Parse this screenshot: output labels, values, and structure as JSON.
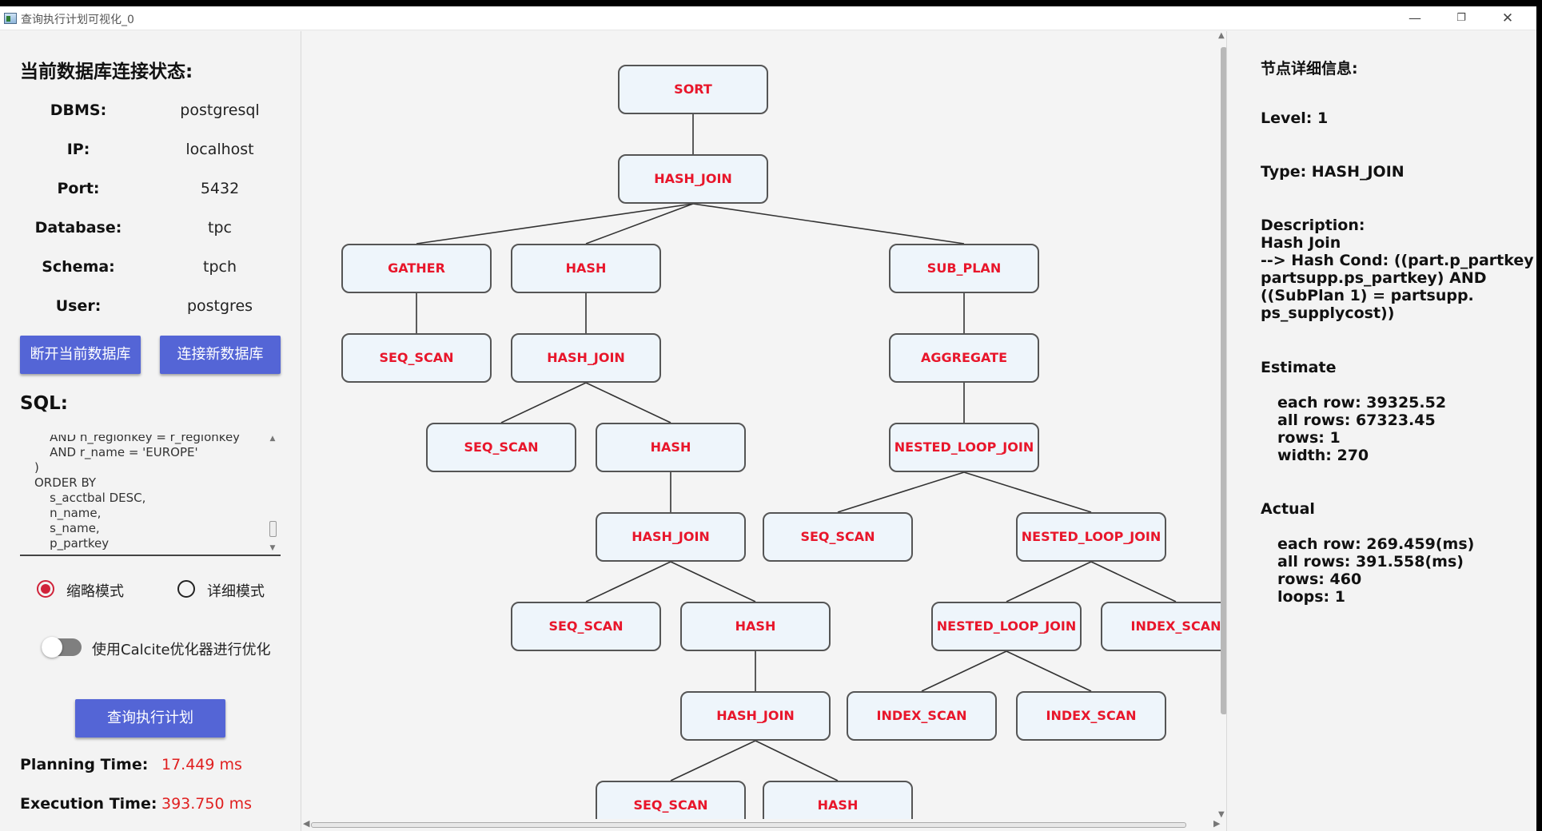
{
  "window": {
    "title": "查询执行计划可视化_0",
    "controls": {
      "minimize": "—",
      "maximize": "❐",
      "close": "✕"
    }
  },
  "left_panel": {
    "heading": "当前数据库连接状态:",
    "connection": [
      {
        "label": "DBMS:",
        "value": "postgresql"
      },
      {
        "label": "IP:",
        "value": "localhost"
      },
      {
        "label": "Port:",
        "value": "5432"
      },
      {
        "label": "Database:",
        "value": "tpc"
      },
      {
        "label": "Schema:",
        "value": "tpch"
      },
      {
        "label": "User:",
        "value": "postgres"
      }
    ],
    "disconnect_button": "断开当前数据库",
    "connect_button": "连接新数据库",
    "sql_label": "SQL:",
    "sql_text": "    AND n_regionkey = r_regionkey\n    AND r_name = 'EUROPE'\n)\nORDER BY\n    s_acctbal DESC,\n    n_name,\n    s_name,\n    p_partkey",
    "mode_brief": "缩略模式",
    "mode_detail": "详细模式",
    "selected_mode": "缩略模式",
    "calcite_toggle_label": "使用Calcite优化器进行优化",
    "calcite_enabled": false,
    "query_button": "查询执行计划",
    "planning_time_label": "Planning Time:",
    "planning_time_value": "17.449 ms",
    "execution_time_label": "Execution Time:",
    "execution_time_value": "393.750 ms"
  },
  "plan_tree": {
    "nodes": [
      {
        "id": "n1",
        "label": "SORT"
      },
      {
        "id": "n2",
        "label": "HASH_JOIN"
      },
      {
        "id": "n3",
        "label": "GATHER"
      },
      {
        "id": "n4",
        "label": "HASH"
      },
      {
        "id": "n5",
        "label": "SUB_PLAN"
      },
      {
        "id": "n6",
        "label": "SEQ_SCAN"
      },
      {
        "id": "n7",
        "label": "HASH_JOIN"
      },
      {
        "id": "n8",
        "label": "AGGREGATE"
      },
      {
        "id": "n9",
        "label": "SEQ_SCAN"
      },
      {
        "id": "n10",
        "label": "HASH"
      },
      {
        "id": "n11",
        "label": "NESTED_LOOP_JOIN"
      },
      {
        "id": "n12",
        "label": "HASH_JOIN"
      },
      {
        "id": "n13",
        "label": "SEQ_SCAN"
      },
      {
        "id": "n14",
        "label": "NESTED_LOOP_JOIN"
      },
      {
        "id": "n15",
        "label": "SEQ_SCAN"
      },
      {
        "id": "n16",
        "label": "HASH"
      },
      {
        "id": "n17",
        "label": "NESTED_LOOP_JOIN"
      },
      {
        "id": "n18",
        "label": "INDEX_SCAN"
      },
      {
        "id": "n19",
        "label": "HASH_JOIN"
      },
      {
        "id": "n20",
        "label": "INDEX_SCAN"
      },
      {
        "id": "n21",
        "label": "INDEX_SCAN"
      },
      {
        "id": "n22",
        "label": "SEQ_SCAN"
      },
      {
        "id": "n23",
        "label": "HASH"
      }
    ],
    "edges": [
      [
        "n1",
        "n2"
      ],
      [
        "n2",
        "n3"
      ],
      [
        "n2",
        "n4"
      ],
      [
        "n2",
        "n5"
      ],
      [
        "n3",
        "n6"
      ],
      [
        "n4",
        "n7"
      ],
      [
        "n5",
        "n8"
      ],
      [
        "n7",
        "n9"
      ],
      [
        "n7",
        "n10"
      ],
      [
        "n8",
        "n11"
      ],
      [
        "n10",
        "n12"
      ],
      [
        "n11",
        "n13"
      ],
      [
        "n11",
        "n14"
      ],
      [
        "n12",
        "n15"
      ],
      [
        "n12",
        "n16"
      ],
      [
        "n14",
        "n17"
      ],
      [
        "n14",
        "n18"
      ],
      [
        "n16",
        "n19"
      ],
      [
        "n17",
        "n20"
      ],
      [
        "n17",
        "n21"
      ],
      [
        "n19",
        "n22"
      ],
      [
        "n19",
        "n23"
      ]
    ]
  },
  "details": {
    "heading": "节点详细信息:",
    "level": "Level: 1",
    "type": "Type: HASH_JOIN",
    "description_label": "Description:",
    "description_lines": [
      "Hash Join",
      "--> Hash Cond: ((part.p_partkey =",
      "partsupp.ps_partkey) AND",
      "((SubPlan 1) = partsupp.",
      "ps_supplycost))"
    ],
    "estimate_label": "Estimate",
    "estimate_lines": [
      "each row: 39325.52",
      "all rows: 67323.45",
      "rows: 1",
      "width: 270"
    ],
    "actual_label": "Actual",
    "actual_lines": [
      "each row: 269.459(ms)",
      "all rows: 391.558(ms)",
      "rows: 460",
      "loops: 1"
    ]
  }
}
